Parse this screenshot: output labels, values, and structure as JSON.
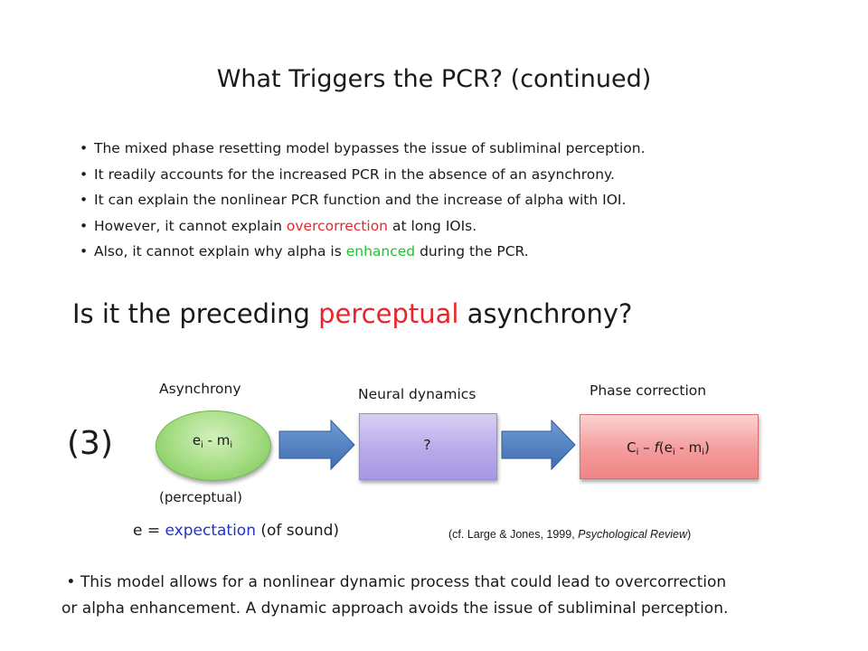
{
  "title": "What Triggers the PCR? (continued)",
  "bullets": {
    "b1": "The mixed phase resetting model bypasses the issue of subliminal perception.",
    "b2": "It readily accounts for the increased PCR in the absence of an asynchrony.",
    "b3": "It can explain the nonlinear PCR function and the increase of alpha with IOI.",
    "b4_pre": "However, it cannot explain ",
    "b4_hl": "overcorrection",
    "b4_post": " at long IOIs.",
    "b5_pre": "Also, it cannot explain why alpha is ",
    "b5_hl": "enhanced",
    "b5_post": " during the PCR."
  },
  "question": {
    "pre": "Is it the preceding ",
    "hl": "perceptual",
    "post": " asynchrony?"
  },
  "diagram": {
    "label_number": "(3)",
    "asynchrony_label": "Asynchrony",
    "neural_label": "Neural dynamics",
    "phase_label": "Phase correction",
    "ellipse": {
      "e": "e",
      "i1": "i",
      "minus": " - m",
      "i2": "i"
    },
    "neural_box": "?",
    "phase_box": {
      "c": "C",
      "i1": "i",
      "mid": " – ",
      "f": "f",
      "open": "(e",
      "i2": "i",
      "minus": " - m",
      "i3": "i",
      "close": ")"
    },
    "perceptual_label": "(perceptual)"
  },
  "expectation": {
    "pre": "e = ",
    "hl": "expectation",
    "post": " (of sound)"
  },
  "citation": {
    "pre": "(cf. Large & Jones, 1999, ",
    "journal": "Psychological Review",
    "post": ")"
  },
  "final_bullet": {
    "line1": "This model allows for a nonlinear dynamic process that could lead to overcorrection",
    "line2": "or alpha enhancement. A dynamic approach avoids the issue of subliminal perception."
  },
  "colors": {
    "red": "#e8262b",
    "green": "#22c230",
    "blue": "#2233c8",
    "arrow": "#4a78b8"
  }
}
